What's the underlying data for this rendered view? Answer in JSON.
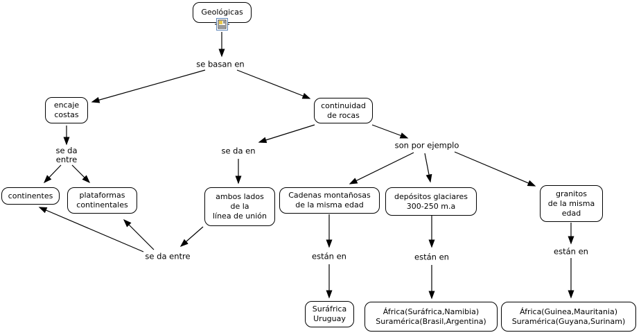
{
  "colors": {
    "background": "#ffffff",
    "node_fill": "#ffffff",
    "node_border": "#000000",
    "arrow": "#000000",
    "icon_border": "#5b84b8"
  },
  "nodes": {
    "geologicas": {
      "label": "Geológicas"
    },
    "encaje": {
      "label": "encaje\ncostas"
    },
    "continuidad": {
      "label": "continuidad\nde rocas"
    },
    "continentes": {
      "label": "continentes"
    },
    "plataformas": {
      "label": "plataformas\ncontinentales"
    },
    "ambos": {
      "label": "ambos lados\nde la\nlínea de unión"
    },
    "cadenas": {
      "label": "Cadenas montañosas\nde la misma edad"
    },
    "depositos": {
      "label": "depósitos glaciares\n300-250 m.a"
    },
    "granitos": {
      "label": "granitos\nde la misma\nedad"
    },
    "surafrica": {
      "label": "Suráfrica\nUruguay"
    },
    "africa_namibia": {
      "label": "África(Suráfrica,Namibia)\nSuramérica(Brasil,Argentina)"
    },
    "africa_guinea": {
      "label": "África(Guinea,Mauritania)\nSuramérica(Guyana,Surinam)"
    }
  },
  "phrases": {
    "se_basan_en": {
      "label": "se basan en"
    },
    "se_da_entre_top": {
      "label": "se da\nentre"
    },
    "se_da_en": {
      "label": "se da en"
    },
    "son_por_ejemplo": {
      "label": "son por ejemplo"
    },
    "se_da_entre_bottom": {
      "label": "se da entre"
    },
    "estan_en_cadenas": {
      "label": "están en"
    },
    "estan_en_depositos": {
      "label": "están en"
    },
    "estan_en_granitos": {
      "label": "están en"
    }
  },
  "icon": {
    "name": "resource-link-icon"
  },
  "edges": [
    {
      "from": "Geológicas",
      "phrase": "se basan en",
      "to": [
        "encaje costas",
        "continuidad de rocas"
      ]
    },
    {
      "from": "encaje costas",
      "phrase": "se da entre",
      "to": [
        "continentes",
        "plataformas continentales"
      ]
    },
    {
      "from": "continuidad de rocas",
      "phrase": "se da en",
      "to": [
        "ambos lados de la línea de unión"
      ]
    },
    {
      "from": "continuidad de rocas",
      "phrase": "son por ejemplo",
      "to": [
        "Cadenas montañosas de la misma edad",
        "depósitos glaciares 300-250 m.a",
        "granitos de la misma edad"
      ]
    },
    {
      "from": "ambos lados de la línea de unión",
      "phrase": "se da entre",
      "to": [
        "continentes",
        "plataformas continentales"
      ]
    },
    {
      "from": "Cadenas montañosas de la misma edad",
      "phrase": "están en",
      "to": [
        "Suráfrica Uruguay"
      ]
    },
    {
      "from": "depósitos glaciares 300-250 m.a",
      "phrase": "están en",
      "to": [
        "África(Suráfrica,Namibia) Suramérica(Brasil,Argentina)"
      ]
    },
    {
      "from": "granitos de la misma edad",
      "phrase": "están en",
      "to": [
        "África(Guinea,Mauritania) Suramérica(Guyana,Surinam)"
      ]
    }
  ]
}
